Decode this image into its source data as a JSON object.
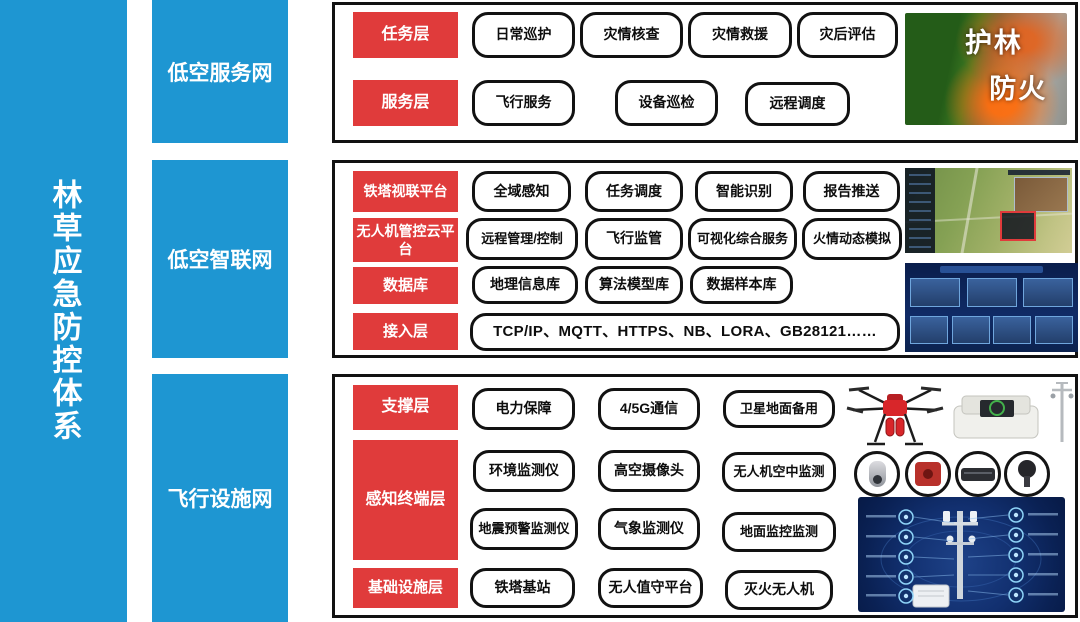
{
  "title": "林草应急防控体系",
  "colors": {
    "blue": "#1E96D2",
    "red": "#E03B3B",
    "ink": "#121212"
  },
  "sections": [
    {
      "label": "低空服务网",
      "rows": [
        {
          "layer": "任务层",
          "pills": [
            "日常巡护",
            "灾情核查",
            "灾情救援",
            "灾后评估"
          ]
        },
        {
          "layer": "服务层",
          "pills": [
            "飞行服务",
            "设备巡检",
            "远程调度"
          ]
        }
      ],
      "photo": {
        "name": "forest-fire-photo",
        "line1": "护林",
        "line2": "防火"
      }
    },
    {
      "label": "低空智联网",
      "rows": [
        {
          "layer": "铁塔视联平台",
          "pills": [
            "全域感知",
            "任务调度",
            "智能识别",
            "报告推送"
          ]
        },
        {
          "layer": "无人机管控云平台",
          "pills": [
            "远程管理/控制",
            "飞行监管",
            "可视化综合服务",
            "火情动态模拟"
          ]
        },
        {
          "layer": "数据库",
          "pills": [
            "地理信息库",
            "算法模型库",
            "数据样本库"
          ]
        },
        {
          "layer": "接入层",
          "pills": [
            "TCP/IP、MQTT、HTTPS、NB、LORA、GB28121……"
          ]
        }
      ],
      "screenshots": [
        "map-command-platform",
        "video-monitor-dashboard"
      ]
    },
    {
      "label": "飞行设施网",
      "rows": [
        {
          "layer": "支撑层",
          "pills": [
            "电力保障",
            "4/5G通信",
            "卫星地面备用"
          ]
        },
        {
          "layer": "感知终端层",
          "pills": [
            "环境监测仪",
            "高空摄像头",
            "无人机空中监测",
            "地震预警监测仪",
            "气象监测仪",
            "地面监控监测"
          ]
        },
        {
          "layer": "基础设施层",
          "pills": [
            "铁塔基站",
            "无人值守平台",
            "灭火无人机"
          ]
        }
      ],
      "photos": [
        "fire-drone",
        "drone-dock",
        "gimbal-camera",
        "thermal-camera",
        "linear-device",
        "surveillance-camera",
        "smart-tower"
      ]
    }
  ]
}
